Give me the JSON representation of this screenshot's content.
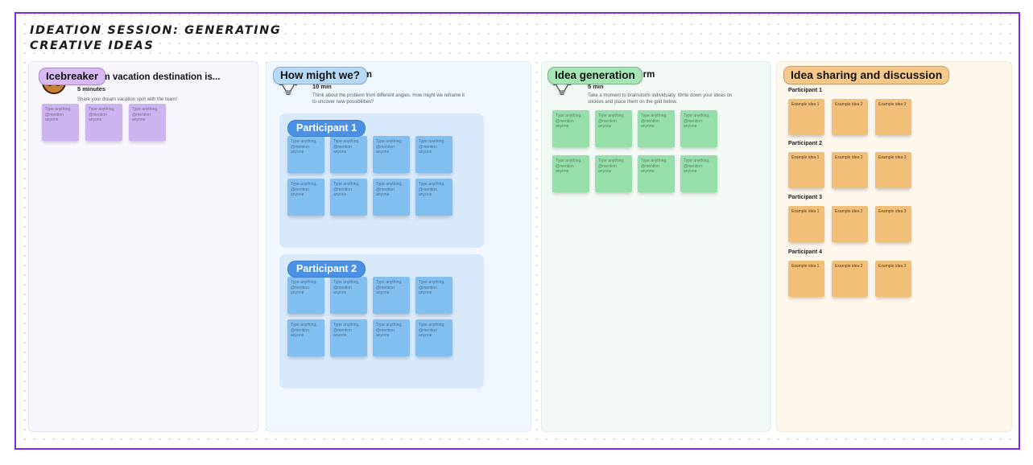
{
  "board": {
    "title_line1": "IDEATION SESSION: GENERATING",
    "title_line2": "CREATIVE IDEAS",
    "frame_border_color": "#7D2AE8"
  },
  "icebreaker": {
    "label": "Icebreaker",
    "heading": "My dream vacation destination is...",
    "icon": "monkey-face-emoji",
    "duration": "5 minutes",
    "description": "Share your dream vacation spot with the team!",
    "stickies": {
      "repeat": 3,
      "text": "Type anything, @mention anyone"
    },
    "colors": {
      "pill": "#D9B8F6",
      "sticky": "#CDB4F1",
      "background": "#F9F6FE"
    }
  },
  "how_might_we": {
    "label": "How might we?",
    "heading": "Reframe the problem",
    "icon": "lightbulb-doodle",
    "duration": "10 min",
    "description": "Think about the problem from different angles. How might we reframe it to uncover new possibilities?",
    "panels": [
      {
        "badge": "Participant 1",
        "stickies": {
          "repeat": 8,
          "text": "Type anything, @mention anyone"
        }
      },
      {
        "badge": "Participant 2",
        "stickies": {
          "repeat": 8,
          "text": "Type anything, @mention anyone"
        }
      }
    ],
    "colors": {
      "pill": "#B7D9F8",
      "badge": "#4A90E5",
      "sticky": "#82BFF1",
      "panel": "#D8E9FB",
      "background": "#F0F7FE"
    }
  },
  "idea_generation": {
    "label": "Idea generation",
    "heading": "Brainstorm",
    "icon": "lightbulb-doodle",
    "duration": "5 min",
    "description": "Take a moment to brainstorm individually. Write down your ideas on stickies and place them on the grid below.",
    "stickies": {
      "repeat": 8,
      "text": "Type anything, @mention anyone"
    },
    "colors": {
      "pill": "#A6E5B6",
      "sticky": "#96DFAA",
      "background": "#F3FAF6"
    }
  },
  "idea_sharing": {
    "label": "Idea sharing and discussion",
    "groups": [
      {
        "name": "Participant 1",
        "stickies": [
          "Example idea 1",
          "Example idea 2",
          "Example idea 3"
        ]
      },
      {
        "name": "Participant 2",
        "stickies": [
          "Example idea 1",
          "Example idea 2",
          "Example idea 3"
        ]
      },
      {
        "name": "Participant 3",
        "stickies": [
          "Example idea 1",
          "Example idea 2",
          "Example idea 3"
        ]
      },
      {
        "name": "Participant 4",
        "stickies": [
          "Example idea 1",
          "Example idea 2",
          "Example idea 3"
        ]
      }
    ],
    "colors": {
      "pill": "#F6C98B",
      "sticky": "#F2BF78",
      "background": "#FDF7EC"
    }
  }
}
